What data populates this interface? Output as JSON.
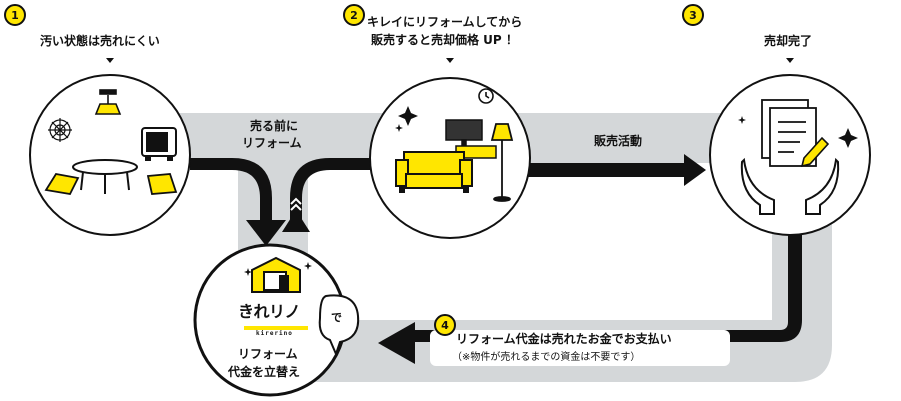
{
  "steps": [
    {
      "number": "1",
      "label": "汚い状態は売れにくい"
    },
    {
      "number": "2",
      "label_line1": "キレイにリフォームしてから",
      "label_line2": "販売すると売却価格 UP ！"
    },
    {
      "number": "3",
      "label": "売却完了"
    },
    {
      "number": "4",
      "label": "リフォーム代金は売れたお金でお支払い",
      "note": "（※物件が売れるまでの資金は不要です）"
    }
  ],
  "flow": {
    "reform_before_sale_line1": "売る前に",
    "reform_before_sale_line2": "リフォーム",
    "sales_activity": "販売活動"
  },
  "service": {
    "brand": "きれリノ",
    "brand_sub": "kirerino",
    "bubble": "で",
    "caption_line1": "リフォーム",
    "caption_line2": "代金を立替え"
  },
  "colors": {
    "accent_yellow": "#ffe600",
    "track_gray": "#d4d7d9",
    "ink": "#111111"
  },
  "icons": [
    "spider-web-icon",
    "ceiling-lamp-icon",
    "tv-icon",
    "table-icon",
    "cushion-icon",
    "sparkle-icon",
    "clock-icon",
    "monitor-icon",
    "floor-lamp-icon",
    "sofa-icon",
    "document-icon",
    "pen-icon",
    "hands-icon",
    "house-logo-icon"
  ]
}
